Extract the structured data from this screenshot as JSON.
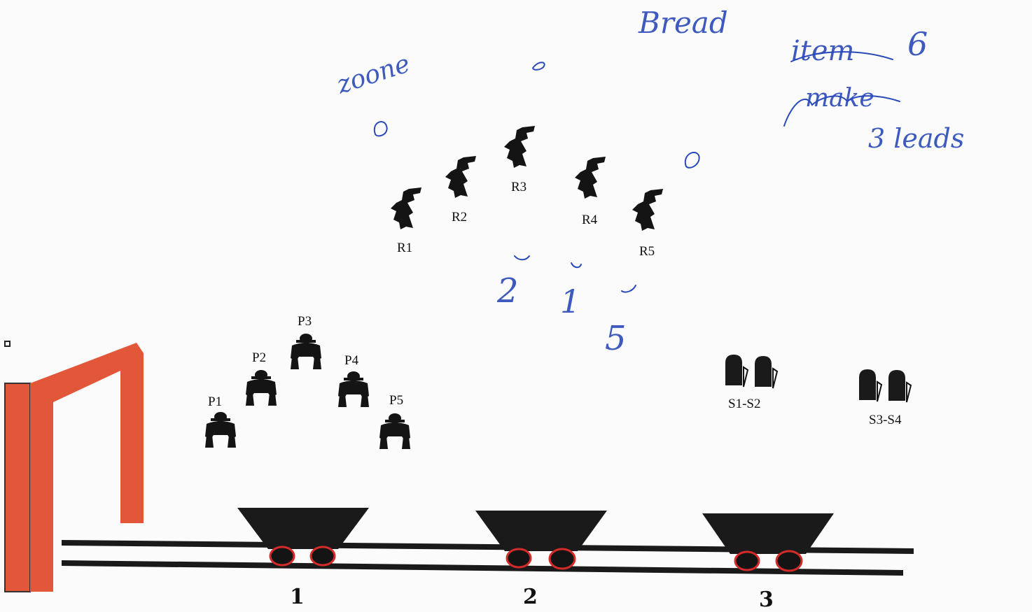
{
  "colors": {
    "frame": "#e2573a",
    "silhouette": "#141414",
    "rail": "#1a1a1a",
    "wheel_rim": "#d42a2a",
    "ink": "#2a49b8",
    "paper": "#fbfbfb"
  },
  "riders": [
    {
      "label": "R1",
      "icon": "rider-silhouette-icon"
    },
    {
      "label": "R2",
      "icon": "rider-silhouette-icon"
    },
    {
      "label": "R3",
      "icon": "rider-silhouette-icon"
    },
    {
      "label": "R4",
      "icon": "rider-silhouette-icon"
    },
    {
      "label": "R5",
      "icon": "rider-silhouette-icon"
    }
  ],
  "players": [
    {
      "label": "P1",
      "icon": "crouching-figure-icon"
    },
    {
      "label": "P2",
      "icon": "crouching-figure-icon"
    },
    {
      "label": "P3",
      "icon": "crouching-figure-icon"
    },
    {
      "label": "P4",
      "icon": "crouching-figure-icon"
    },
    {
      "label": "P5",
      "icon": "crouching-figure-icon"
    }
  ],
  "stones": [
    {
      "label": "S1-S2",
      "icon": "tombstone-pair-icon"
    },
    {
      "label": "S3-S4",
      "icon": "tombstone-pair-icon"
    }
  ],
  "carts": [
    {
      "label": "1",
      "icon": "mine-cart-icon"
    },
    {
      "label": "2",
      "icon": "mine-cart-icon"
    },
    {
      "label": "3",
      "icon": "mine-cart-icon"
    }
  ],
  "handwriting": {
    "note_top": "Bread",
    "note_struck": "item",
    "note_six": "6",
    "note_mid": "make",
    "note_three": "3 leads",
    "note_left": "zoone",
    "digit_two": "2",
    "digit_one": "1",
    "digit_five": "5"
  }
}
